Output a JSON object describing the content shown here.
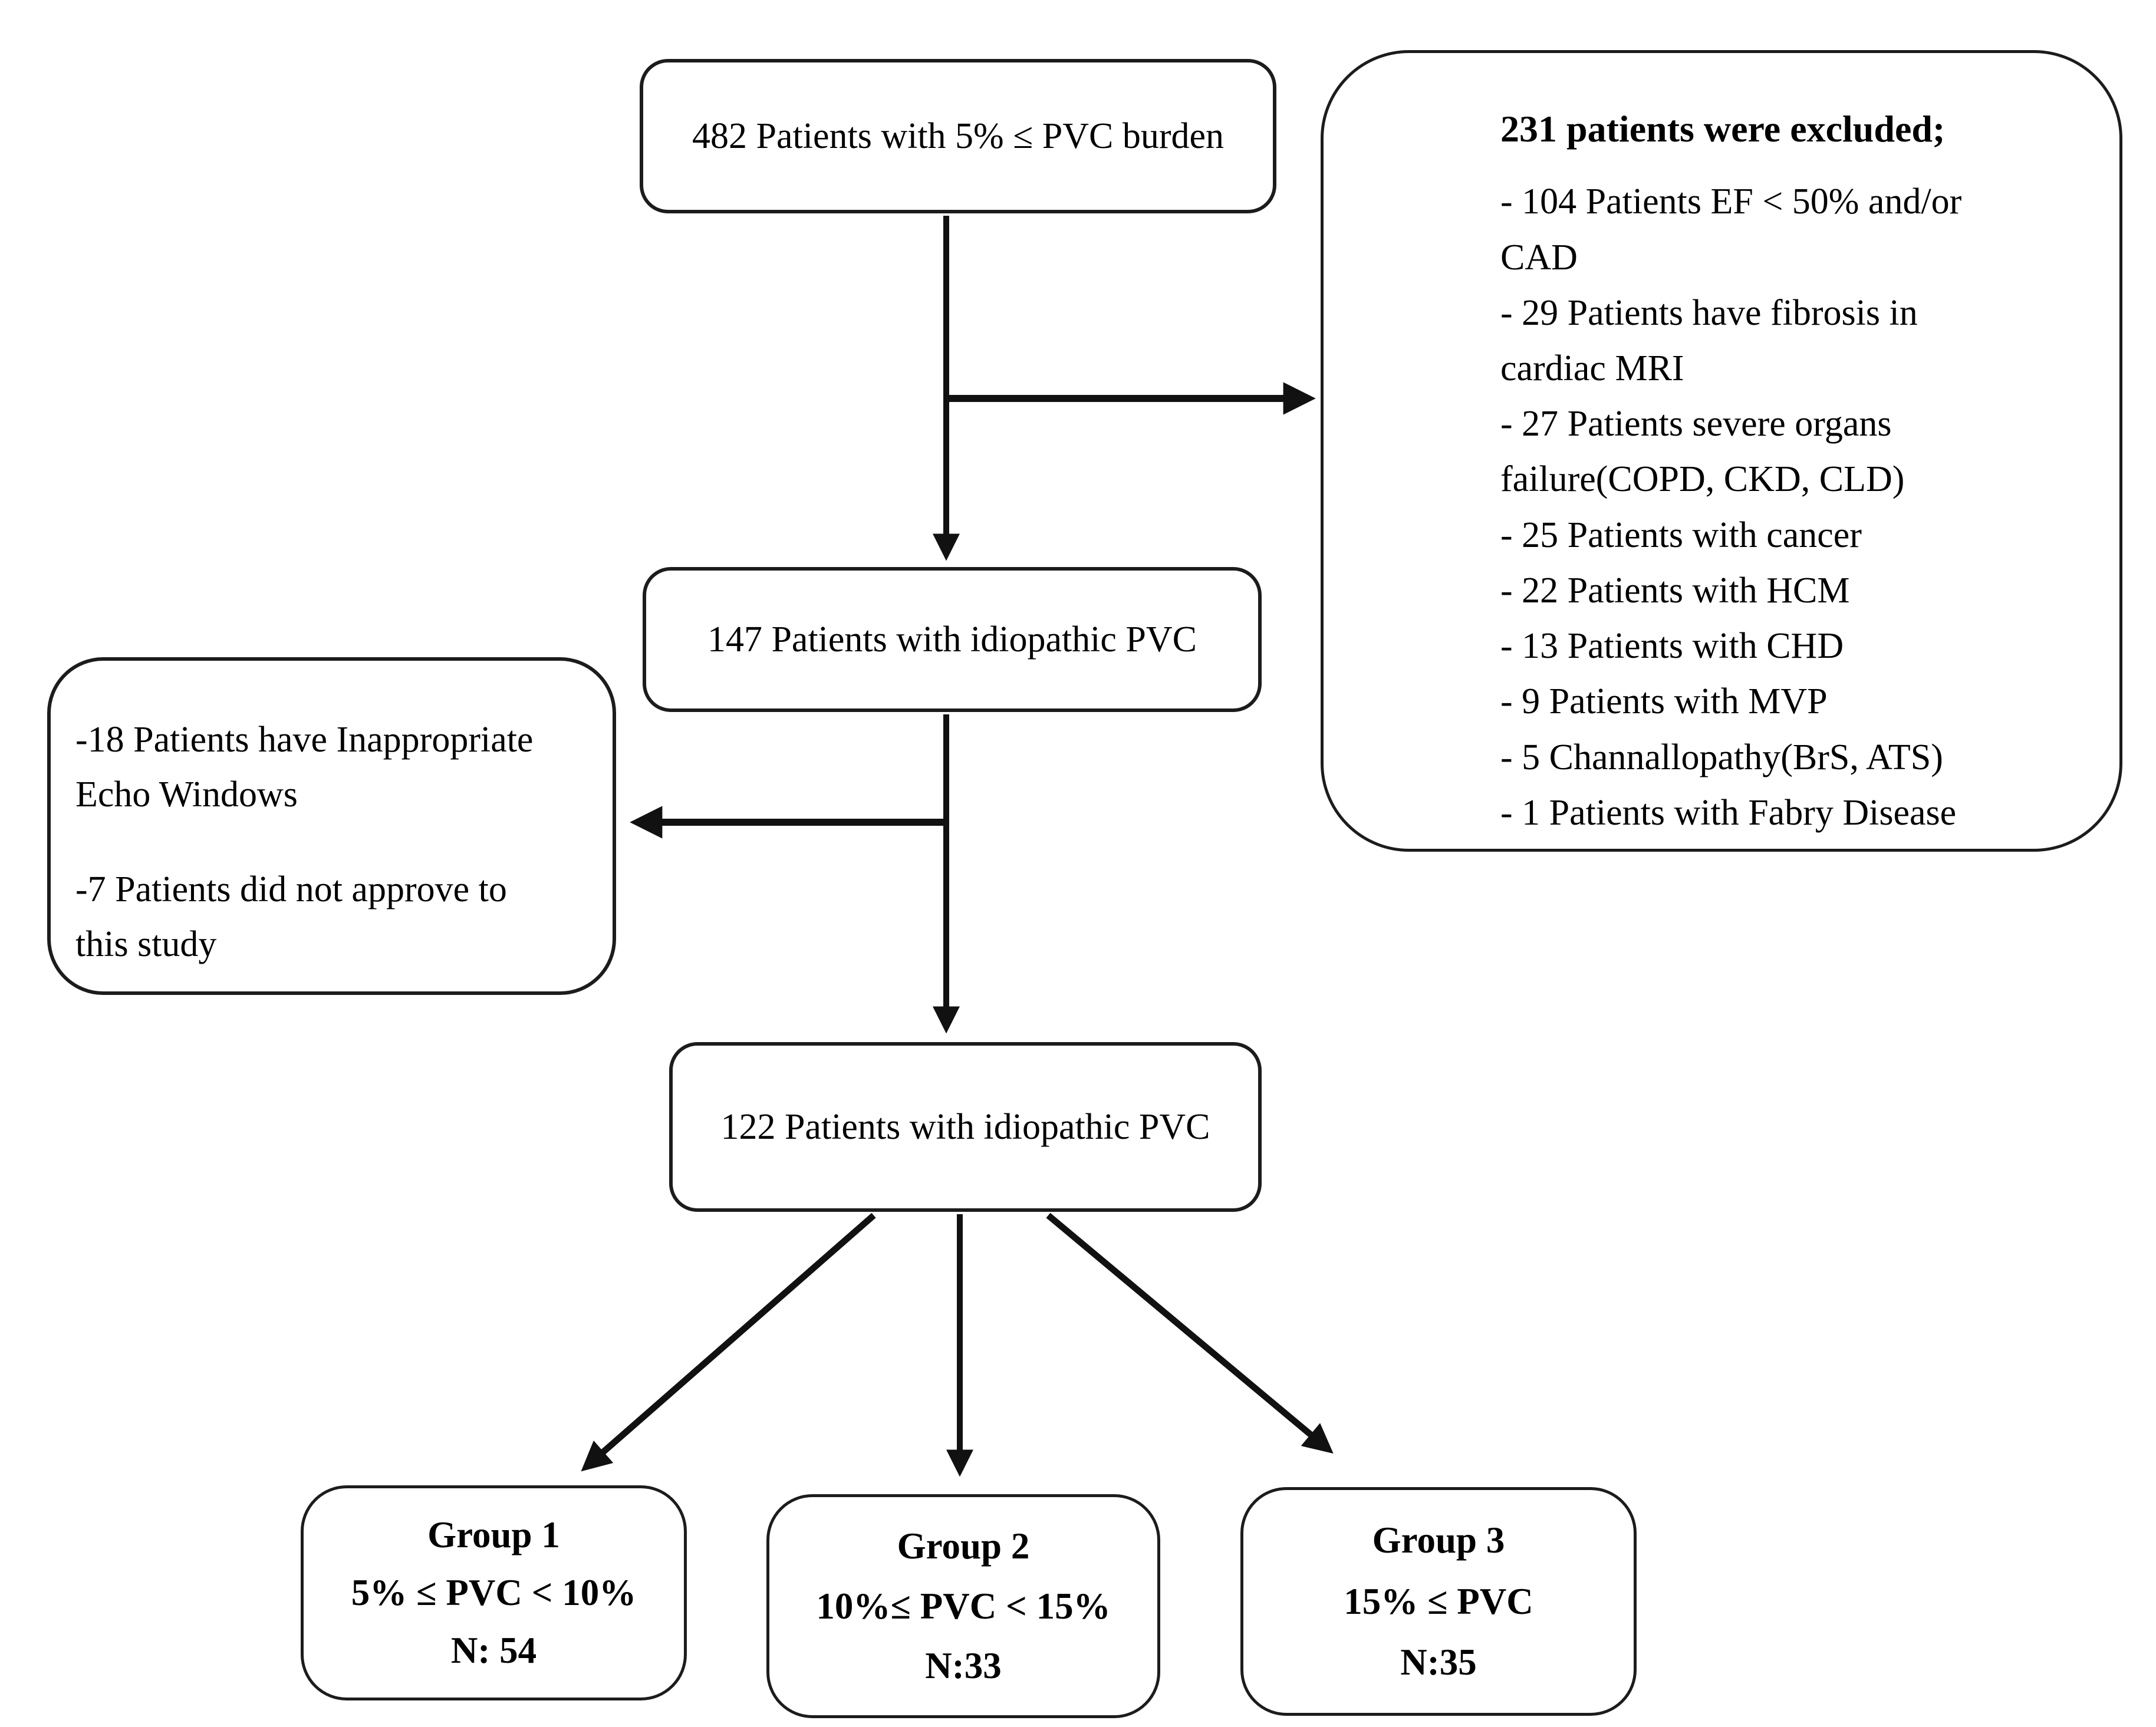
{
  "colors": {
    "background": "#ffffff",
    "line": "#111111",
    "text": "#000000"
  },
  "flowchart": {
    "top_box": {
      "text": "482 Patients with  5% ≤ PVC burden"
    },
    "excluded_box": {
      "title": "231 patients were excluded;",
      "items": [
        "- 104 Patients EF < 50% and/or CAD",
        "- 29 Patients have fibrosis in cardiac MRI",
        "- 27 Patients severe organs failure(COPD, CKD, CLD)",
        "- 25 Patients with cancer",
        "- 22 Patients with HCM",
        "- 13 Patients with CHD",
        "- 9 Patients with MVP",
        "- 5 Channallopathy(BrS, ATS)",
        "- 1 Patients with Fabry Disease"
      ]
    },
    "idiopathic_147_box": {
      "text": "147 Patients with idiopathic PVC"
    },
    "not_included_box": {
      "items": [
        "-18 Patients have Inappropriate Echo Windows",
        "-7 Patients did not approve to this study"
      ]
    },
    "idiopathic_122_box": {
      "text": "122 Patients with idiopathic PVC"
    },
    "group1_box": {
      "title": "Group 1",
      "criteria": "5% ≤ PVC < 10%",
      "n": "N: 54"
    },
    "group2_box": {
      "title": "Group 2",
      "criteria": "10%≤ PVC < 15%",
      "n": "N:33"
    },
    "group3_box": {
      "title": "Group 3",
      "criteria": "15% ≤ PVC",
      "n": "N:35"
    }
  }
}
